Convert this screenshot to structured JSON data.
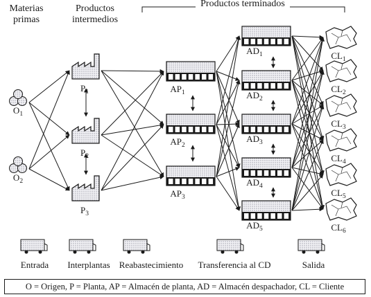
{
  "headers": {
    "raw_materials_1": "Materias",
    "raw_materials_2": "primas",
    "intermediate_1": "Productos",
    "intermediate_2": "intermedios",
    "finished": "Productos terminados"
  },
  "origins": [
    {
      "base": "O",
      "sub": "1"
    },
    {
      "base": "O",
      "sub": "2"
    }
  ],
  "plants": [
    {
      "base": "P",
      "sub": "1"
    },
    {
      "base": "P",
      "sub": "2"
    },
    {
      "base": "P",
      "sub": "3"
    }
  ],
  "plant_warehouses": [
    {
      "base": "AP",
      "sub": "1"
    },
    {
      "base": "AP",
      "sub": "2"
    },
    {
      "base": "AP",
      "sub": "3"
    }
  ],
  "dispatch_warehouses": [
    {
      "base": "AD",
      "sub": "1"
    },
    {
      "base": "AD",
      "sub": "2"
    },
    {
      "base": "AD",
      "sub": "3"
    },
    {
      "base": "AD",
      "sub": "4"
    },
    {
      "base": "AD",
      "sub": "5"
    }
  ],
  "customers": [
    {
      "base": "CL",
      "sub": "1"
    },
    {
      "base": "CL",
      "sub": "2"
    },
    {
      "base": "CL",
      "sub": "3"
    },
    {
      "base": "CL",
      "sub": "4"
    },
    {
      "base": "CL",
      "sub": "5"
    },
    {
      "base": "CL",
      "sub": "6"
    }
  ],
  "transport_stages": [
    "Entrada",
    "Interplantas",
    "Reabastecimiento",
    "Transferencia al CD",
    "Salida"
  ],
  "legend": "O = Origen, P = Planta, AP = Almacén de planta, AD = Almacén despachador, CL = Cliente",
  "colors": {
    "ink": "#1a1a1a",
    "light": "#e8e8ee",
    "dot": "#9a9aa6"
  },
  "icons": {
    "origin": "stacked-pipes-icon",
    "plant": "factory-icon",
    "warehouse": "warehouse-icon",
    "customer": "map-region-icon",
    "truck": "truck-icon"
  }
}
